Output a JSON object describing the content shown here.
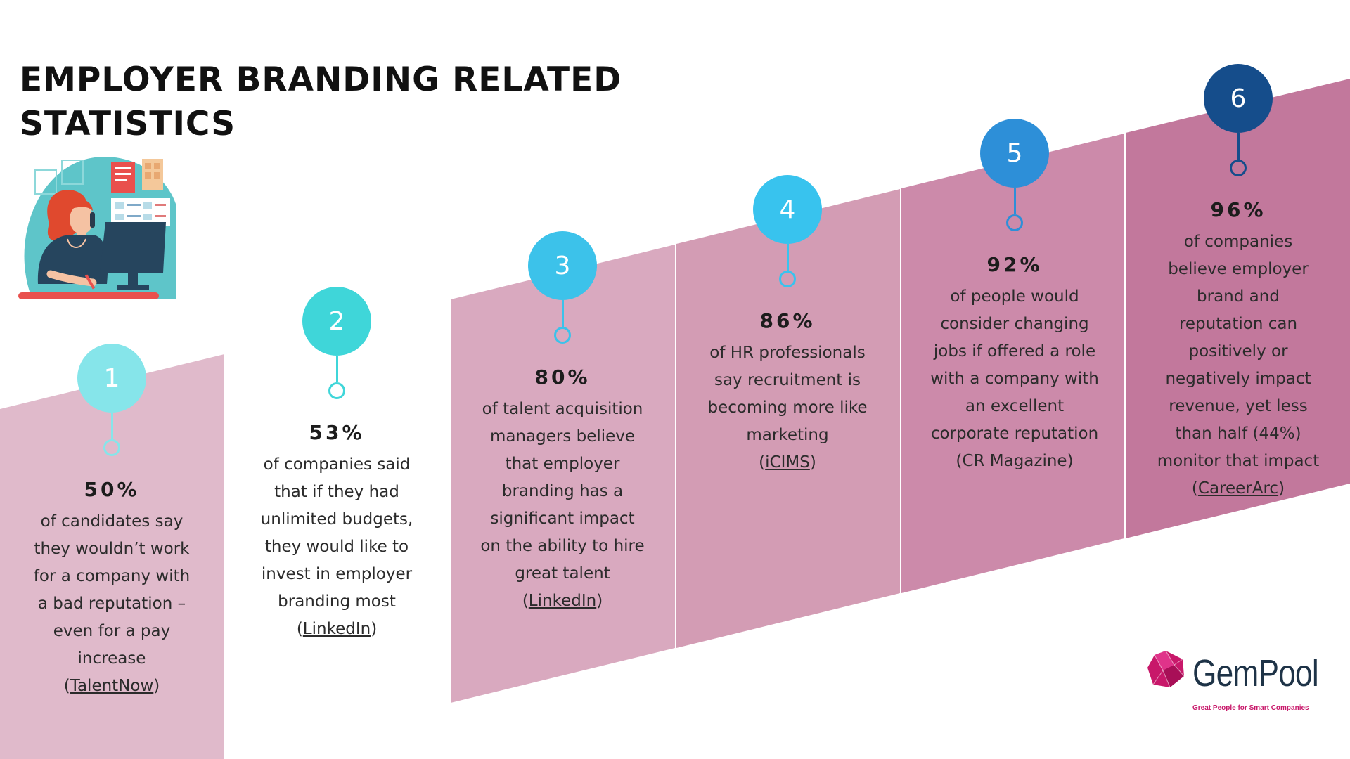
{
  "title": "EMPLOYER BRANDING RELATED STATISTICS",
  "colors": {
    "panel_1": "#e0bacb",
    "panel_3": "#d9a9bf",
    "panel_4": "#d39cb4",
    "panel_5": "#cc8aaa",
    "panel_6": "#c2789c",
    "logo_gem": "#c8186a",
    "logo_text": "#1e3347"
  },
  "steps": [
    {
      "number": "1",
      "color": "#86e5ea",
      "percent": "50%",
      "text": "of candidates say they wouldn’t work for a company with a bad reputation – even for a pay increase",
      "src_pre": "(",
      "src_link": "TalentNow",
      "src_post": ")"
    },
    {
      "number": "2",
      "color": "#3fd6d9",
      "percent": "53%",
      "text": "of companies said that if they had unlimited budgets, they would like to invest in employer branding most",
      "src_pre": "(",
      "src_link": "LinkedIn",
      "src_post": ")"
    },
    {
      "number": "3",
      "color": "#3cc2ea",
      "percent": "80%",
      "text": "of talent acquisition managers believe that employer branding has a significant impact on the ability to hire great talent",
      "src_pre": "(",
      "src_link": "LinkedIn",
      "src_post": ")"
    },
    {
      "number": "4",
      "color": "#38c3ee",
      "percent": "86%",
      "text": "of HR professionals say recruitment is becoming more like marketing",
      "src_pre": "(",
      "src_link": "iCIMS",
      "src_post": ")"
    },
    {
      "number": "5",
      "color": "#2d8fd8",
      "percent": "92%",
      "text": "of people would consider changing jobs if offered a role with a company with an excellent corporate reputation",
      "src_pre": "(",
      "src_link": "CR Magazine",
      "src_post": ")"
    },
    {
      "number": "6",
      "color": "#154d8b",
      "percent": "96%",
      "text": "of companies believe employer brand and reputation can positively or negatively impact revenue, yet less than half (44%) monitor that impact",
      "src_pre": "(",
      "src_link": "CareerArc",
      "src_post": ")"
    }
  ],
  "logo": {
    "name": "GemPool",
    "tagline": "Great People for Smart Companies"
  }
}
